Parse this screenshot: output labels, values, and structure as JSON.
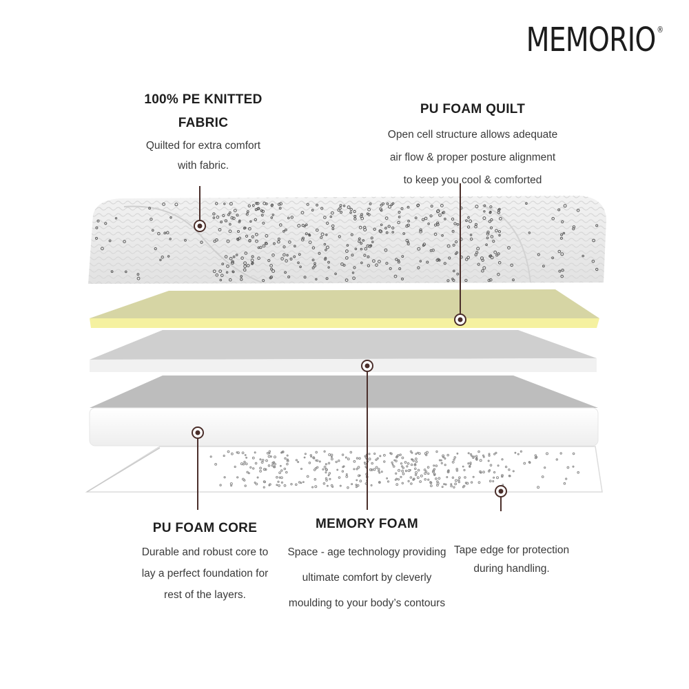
{
  "brand": {
    "name": "MEMORIO",
    "mark": "®"
  },
  "callouts": {
    "fabric": {
      "title_line1": "100% PE KNITTED",
      "title_line2": "FABRIC",
      "desc_line1": "Quilted for extra comfort",
      "desc_line2": "with fabric."
    },
    "quilt": {
      "title": "PU FOAM QUILT",
      "desc_line1": "Open cell structure allows adequate",
      "desc_line2": "air flow & proper posture alignment",
      "desc_line3": "to keep you cool & comforted"
    },
    "core": {
      "title": "PU FOAM CORE",
      "desc_line1": "Durable and robust core to",
      "desc_line2": "lay a perfect foundation for",
      "desc_line3": "rest of the layers."
    },
    "memory": {
      "title": "MEMORY FOAM",
      "desc_line1": "Space - age technology providing",
      "desc_line2": "ultimate comfort by cleverly",
      "desc_line3": "moulding to your body’s contours"
    },
    "tape": {
      "desc_line1": "Tape edge for protection",
      "desc_line2": "during handling."
    }
  },
  "colors": {
    "marker": "#4a2e2a",
    "pu_quilt_top": "#d6d5a4",
    "pu_quilt_edge": "#f5f1a0",
    "memory_top": "#cfcfcf",
    "core_top": "#bdbdbd",
    "fabric_dots": "#5a5a5a"
  }
}
